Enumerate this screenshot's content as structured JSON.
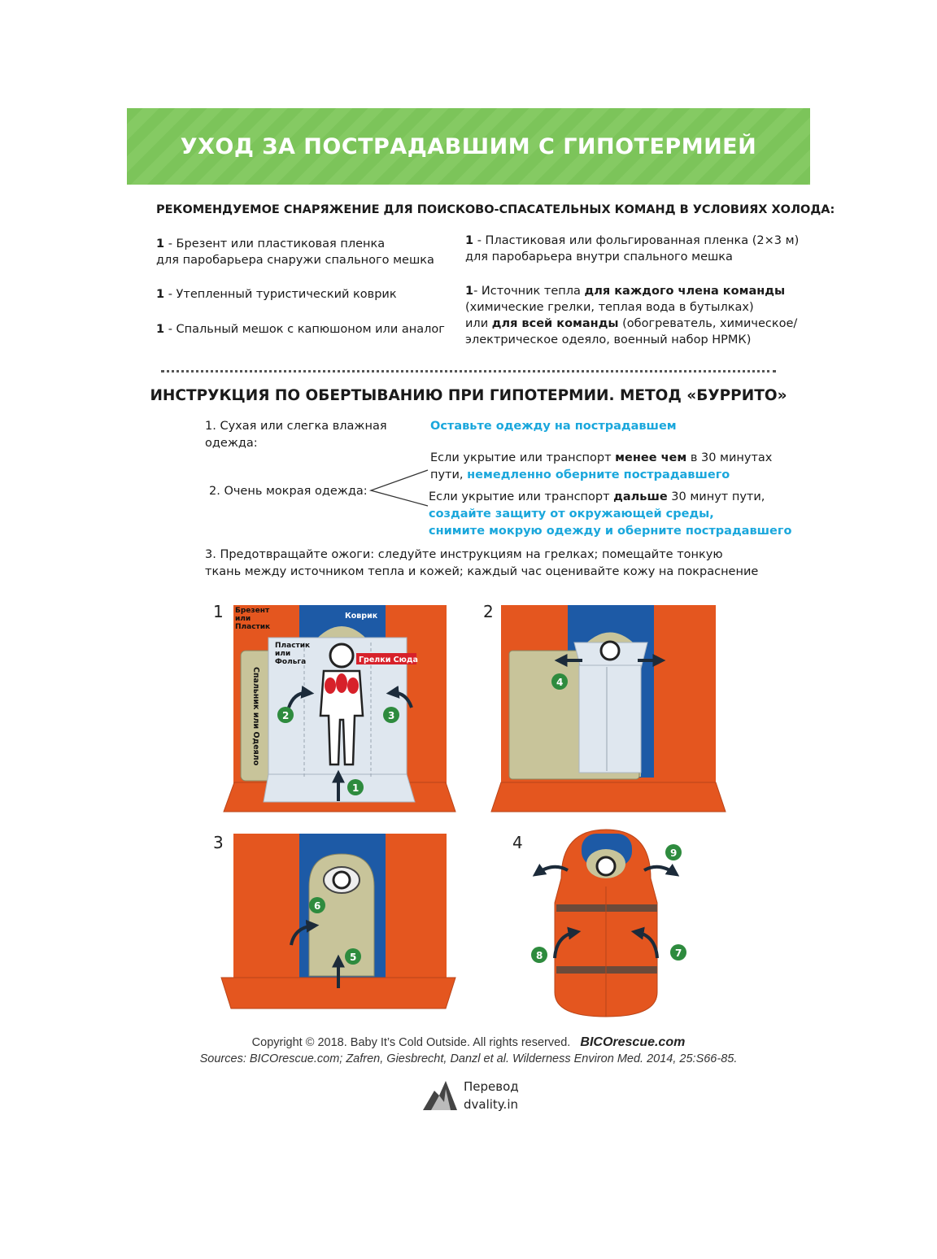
{
  "title": "УХОД ЗА ПОСТРАДАВШИМ С ГИПОТЕРМИЕЙ",
  "equipment": {
    "heading": "РЕКОМЕНДУЕМОЕ СНАРЯЖЕНИЕ ДЛЯ ПОИСКОВО-СПАСАТЕЛЬНЫХ КОМАНД В УСЛОВИЯХ ХОЛОДА:",
    "left": [
      {
        "qty": "1",
        "line1": " - Брезент или пластиковая пленка",
        "line2": "для паробарьера снаружи спального мешка"
      },
      {
        "qty": "1",
        "line1": " - Утепленный туристический коврик"
      },
      {
        "qty": "1",
        "line1": " - Спальный мешок с капюшоном или аналог"
      }
    ],
    "right1": {
      "qty": "1",
      "line1": " - Пластиковая или фольгированная пленка (2×3 м)",
      "line2": "для паробарьера внутри спального мешка"
    },
    "right2": {
      "qty": "1",
      "a": "- Источник тепла ",
      "b": "для каждого члена команды",
      "c": "(химические грелки, теплая вода в бутылках)",
      "d": "или ",
      "e": "для всей команды",
      "f": " (обогреватель, химическое/",
      "g": "электрическое одеяло, военный набор НРМК)"
    }
  },
  "instructions": {
    "heading": "ИНСТРУКЦИЯ ПО ОБЕРТЫВАНИЮ ПРИ ГИПОТЕРМИИ. МЕТОД «БУРРИТО»",
    "item1": {
      "a": "1. Сухая или слегка влажная",
      "b": "одежда:",
      "action": "Оставьте одежду на пострадавшем"
    },
    "item2": {
      "label": "2. Очень мокрая одежда:",
      "optA": {
        "a": "Если укрытие или транспорт ",
        "b": "менее чем",
        "c": " в 30 минутах",
        "d": "пути, ",
        "e": "немедленно оберните пострадавшего"
      },
      "optB": {
        "a": "Если укрытие или транспорт ",
        "b": "дальше",
        "c": " 30 минут пути,",
        "d": "создайте защиту от окружающей среды,",
        "e": "снимите мокрую одежду и оберните пострадавшего"
      }
    },
    "item3": {
      "a": "3. Предотвращайте ожоги: следуйте инструкциям на грелках; помещайте тонкую",
      "b": "ткань между источником тепла и кожей; каждый час оценивайте кожу на покраснение"
    }
  },
  "diagram": {
    "panel_numbers": [
      "1",
      "2",
      "3",
      "4"
    ],
    "labels": {
      "tarp": [
        "Брезент",
        "или",
        "Пластик"
      ],
      "mat": "Коврик",
      "foil": [
        "Пластик",
        "или",
        "Фольга"
      ],
      "heat": "Грелки Сюда",
      "bag": "Спальник или Одеяло"
    },
    "steps": [
      "1",
      "2",
      "3",
      "4",
      "5",
      "6",
      "7",
      "8",
      "9"
    ],
    "colors": {
      "tarp": "#e4561f",
      "mat": "#1d5aa6",
      "bag": "#c8c49a",
      "foil": "#dfe7ef",
      "step": "#2e8b3e",
      "heat": "#d7212a",
      "arrow": "#1c2b3a"
    }
  },
  "footer": {
    "copyright": "Copyright © 2018. Baby It’s Cold Outside. All rights reserved.",
    "site": "BICOrescue.com",
    "sources": "Sources: BICOrescue.com; Zafren, Giesbrecht, Danzl et al. Wilderness Environ Med. 2014, 25:S66-85.",
    "logo_line1": "Перевод",
    "logo_line2": "dvality.in"
  }
}
